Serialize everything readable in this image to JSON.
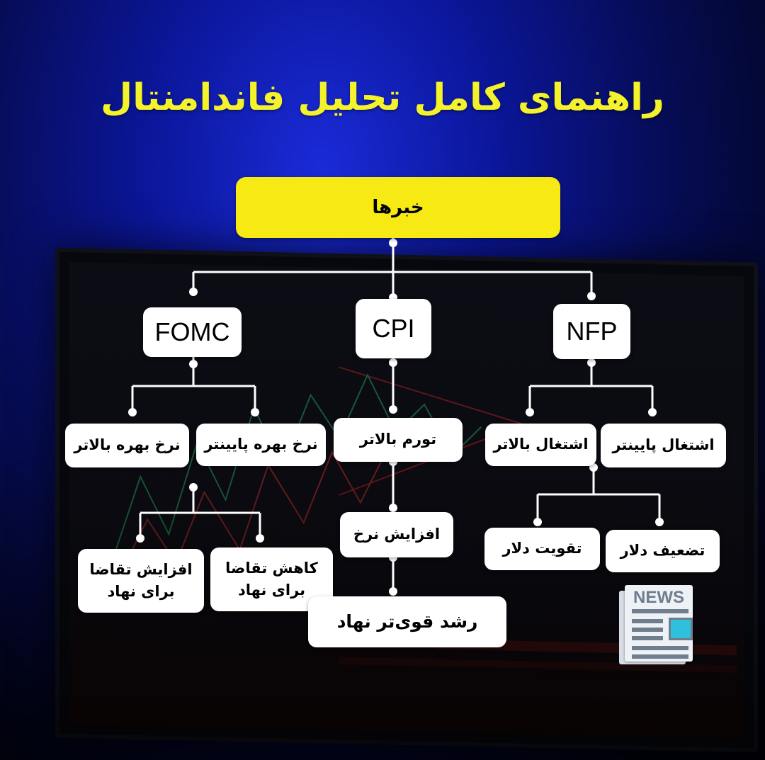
{
  "title": "راهنمای کامل تحلیل فاندامنتال",
  "root": {
    "label": "خبرها"
  },
  "branches": {
    "fomc": {
      "label": "FOMC",
      "higher_rate": "نرخ بهره بالاتر",
      "lower_rate": "نرخ بهره پایینتر",
      "demand_up": "افزایش تقاضا برای نهاد",
      "demand_down": "کاهش تقاضا برای نهاد"
    },
    "cpi": {
      "label": "CPI",
      "inflation_up": "تورم بالاتر",
      "rate_up": "افزایش نرخ",
      "growth": "رشد قوی‌تر نهاد"
    },
    "nfp": {
      "label": "NFP",
      "employment_up": "اشتغال بالاتر",
      "employment_down": "اشتغال پایینتر",
      "dollar_strong": "تقویت دلار",
      "dollar_weak": "تضعیف دلار"
    }
  },
  "news_icon": {
    "label": "NEWS",
    "icon": "newspaper-icon"
  },
  "colors": {
    "title": "#f4f22a",
    "root_fill": "#f7ea14",
    "node_fill": "#ffffff",
    "connector": "#ffffff"
  }
}
